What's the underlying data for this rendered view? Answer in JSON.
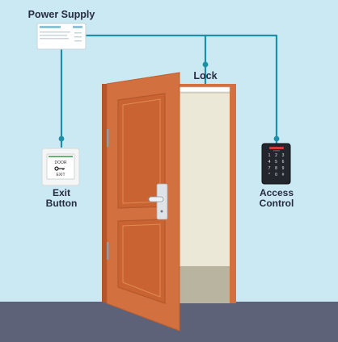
{
  "labels": {
    "power_supply": "Power Supply",
    "lock": "Lock",
    "exit_button": [
      "Exit",
      "Button"
    ],
    "access_control": [
      "Access",
      "Control"
    ]
  },
  "devices": {
    "exit_button_face": [
      "DOOR",
      "EXIT"
    ],
    "keypad_keys": [
      "1",
      "2",
      "3",
      "4",
      "5",
      "6",
      "7",
      "8",
      "9",
      "*",
      "0",
      "#"
    ]
  },
  "colors": {
    "sky": "#cbe9f3",
    "floor": "#5d6278",
    "wire": "#1f8fa7",
    "door": "#d2703f",
    "frame": "#c05a2a",
    "panel_text": "#262b40"
  }
}
